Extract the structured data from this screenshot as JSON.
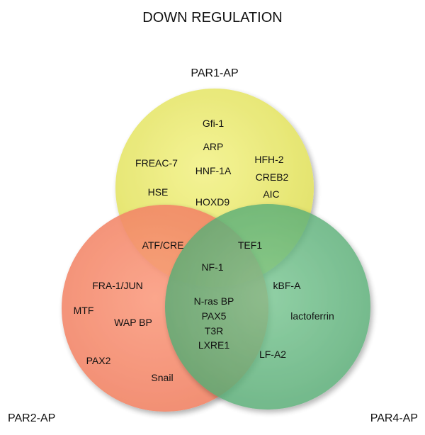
{
  "title": "DOWN REGULATION",
  "sets": {
    "par1": {
      "name": "PAR1-AP",
      "color": "#e9e86a"
    },
    "par2": {
      "name": "PAR2-AP",
      "color": "#f58c6e"
    },
    "par4": {
      "name": "PAR4-AP",
      "color": "#5fb57c"
    }
  },
  "regions": {
    "par1_only": [
      "Gfi-1",
      "ARP",
      "FREAC-7",
      "HNF-1A",
      "HFH-2",
      "CREB2",
      "HSE",
      "HOXD9",
      "AIC"
    ],
    "par1_par2": [
      "ATF/CRE"
    ],
    "par1_par4": [
      "TEF1"
    ],
    "all_three": [
      "NF-1"
    ],
    "par2_par4": [
      "N-ras BP",
      "PAX5",
      "T3R",
      "LXRE1"
    ],
    "par2_only": [
      "FRA-1/JUN",
      "MTF",
      "WAP BP",
      "PAX2",
      "Snail"
    ],
    "par4_only": [
      "kBF-A",
      "lactoferrin",
      "LF-A2"
    ]
  }
}
